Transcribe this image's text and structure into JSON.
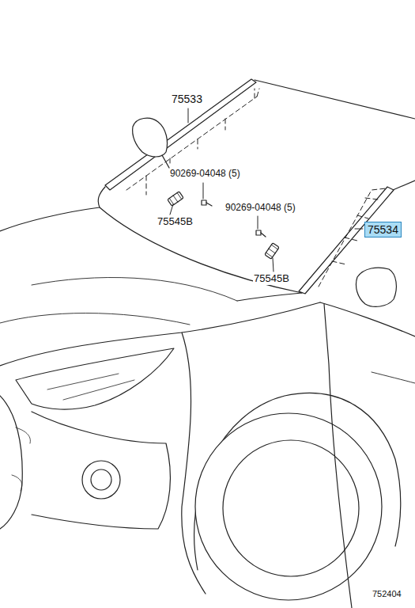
{
  "diagram": {
    "nodes": [
      {
        "text": [
          "75534"
        ]
      }
    ],
    "labels": [
      "75533",
      "90269-04048 (5)",
      "75545B",
      "90269-04048 (5)",
      "75545B",
      "752404"
    ]
  }
}
